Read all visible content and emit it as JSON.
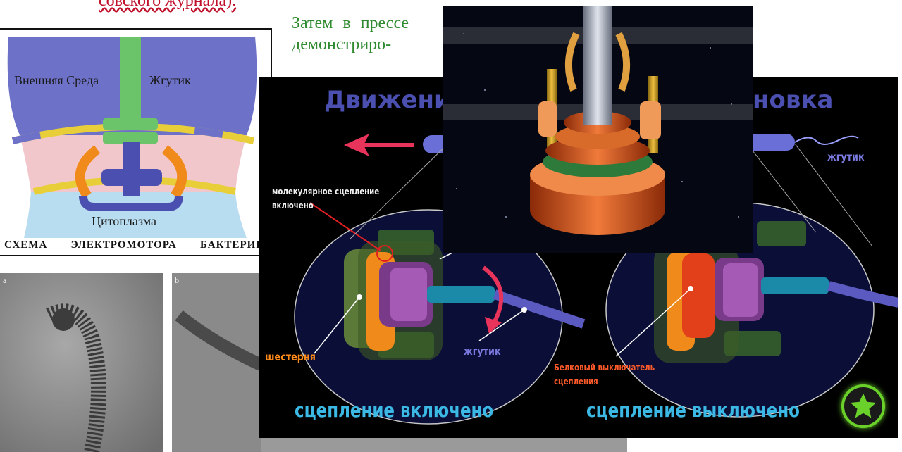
{
  "header": {
    "top_fragment": "совского журнала).",
    "green_text": "Затем в прессе демонстриро-"
  },
  "diagram": {
    "label_outside": "Внешняя Среда",
    "label_flagellum": "Жгутик",
    "label_cytoplasm": "Цитоплазма",
    "caption_words": [
      "СХЕМА",
      "ЭЛЕКТРОМОТОРА",
      "БАКТЕРИИ"
    ],
    "colors": {
      "outside": "#6d72c8",
      "flagellum": "#6cc46a",
      "membrane": "#e8cf3a",
      "periplasm": "#f2c7cc",
      "cytoplasm": "#b8dcf0",
      "stator": "#f08a1a"
    }
  },
  "micrographs": {
    "panel_a_label": "a",
    "panel_b_label": "b"
  },
  "animation": {
    "title_left": "Движение",
    "title_right": "новка",
    "label_coupling": [
      "молекулярное сцепление",
      "включено"
    ],
    "label_gear": "шестерня",
    "label_flagellum": "жгутик",
    "label_flagellum_top": "жгутик",
    "label_switch": [
      "Белковый выключатель",
      "сцепления"
    ],
    "caption_on": "сцепление включено",
    "caption_off": "сцепление выключено",
    "colors": {
      "title": "#4a4fb0",
      "caption": "#3bb9e4",
      "gear": "#ff8a1a",
      "arrow": "#e8345a",
      "star": "#6ad12a"
    }
  },
  "controls": {
    "star_button_icon": "star-icon"
  }
}
